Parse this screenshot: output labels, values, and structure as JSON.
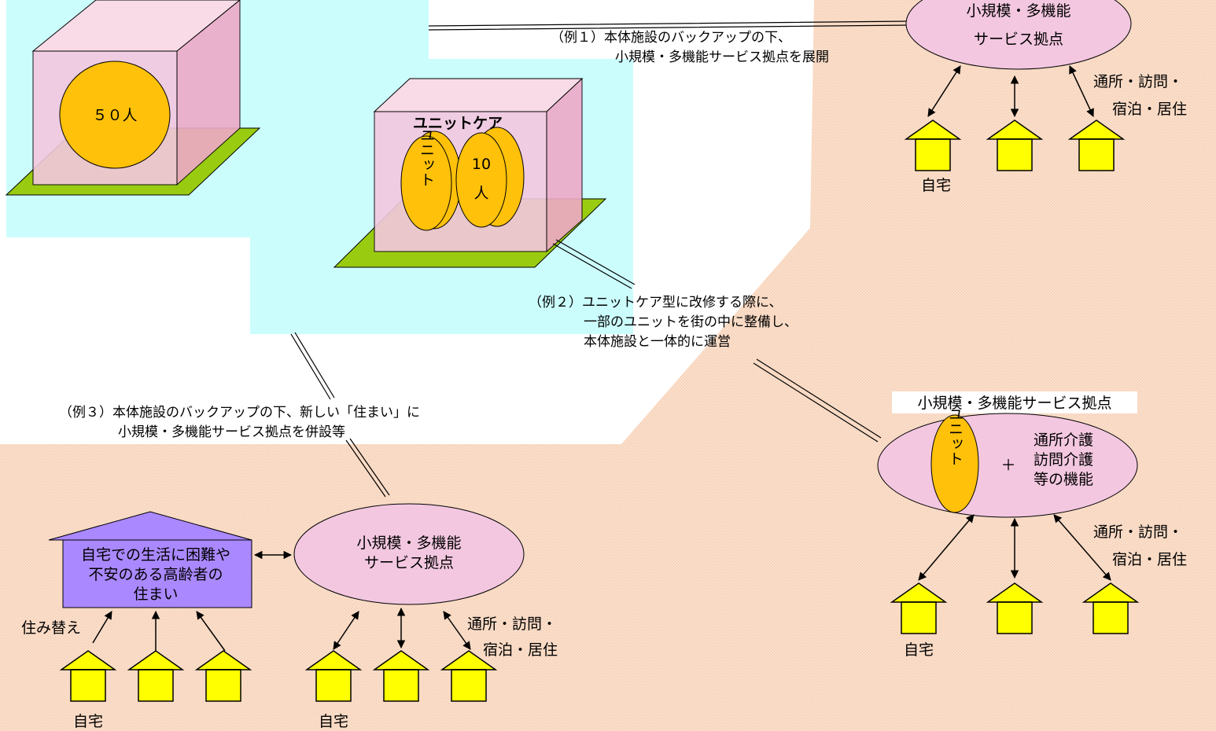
{
  "colors": {
    "cyan": "#ccfdfd",
    "peach": "#fbdcc6",
    "pink": "#f3c7e0",
    "box_edge": "#f8dbe6",
    "orange": "#ffc10a",
    "floor": "#99cc11",
    "lilac": "#aa88ff",
    "house": "#ffff00"
  },
  "large_facility": {
    "label": "５０人"
  },
  "unit_facility": {
    "label": "ユニットケア",
    "unit_disc": "ユニット",
    "ten_disc": [
      "10",
      "人"
    ]
  },
  "example1": {
    "caption": [
      "（例１）本体施設のバックアップの下、",
      "小規模・多機能サービス拠点を展開"
    ],
    "hub": [
      "小規模・多機能",
      "サービス拠点"
    ],
    "services": [
      "通所・訪問・",
      "宿泊・居住"
    ],
    "home_label": "自宅"
  },
  "example2": {
    "caption": [
      "（例２）ユニットケア型に改修する際に、",
      "一部のユニットを街の中に整備し、",
      "本体施設と一体的に運営"
    ],
    "hub_title": "小規模・多機能サービス拠点",
    "hub_unit": "ユニット",
    "hub_plus": "＋",
    "hub_functions": [
      "通所介護",
      "訪問介護",
      "等の機能"
    ],
    "services": [
      "通所・訪問・",
      "宿泊・居住"
    ],
    "home_label": "自宅"
  },
  "example3": {
    "caption": [
      "（例３）本体施設のバックアップの下、新しい「住まい」に",
      "小規模・多機能サービス拠点を併設等"
    ],
    "residence": [
      "自宅での生活に困難や",
      "不安のある高齢者の",
      "住まい"
    ],
    "move_label": "住み替え",
    "hub": [
      "小規模・多機能",
      "サービス拠点"
    ],
    "services": [
      "通所・訪問・",
      "宿泊・居住"
    ],
    "home_label_left": "自宅",
    "home_label_right": "自宅"
  }
}
